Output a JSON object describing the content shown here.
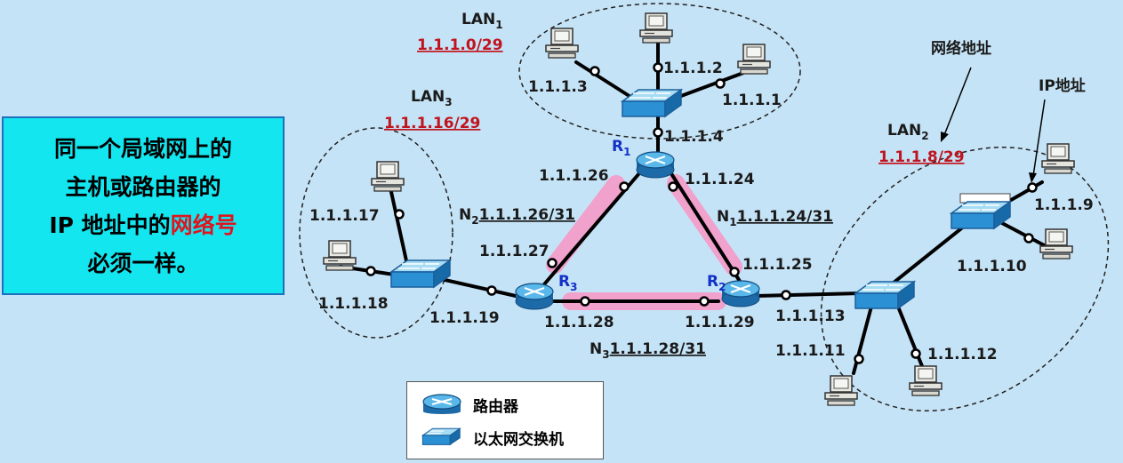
{
  "note": {
    "line1": "同一个局域网上的",
    "line2": "主机或路由器的",
    "line3_prefix": "IP 地址中的",
    "line3_highlight": "网络号",
    "line4": "必须一样。"
  },
  "lans": {
    "lan1": {
      "name": "LAN",
      "sub": "1",
      "network": "1.1.1.0/29"
    },
    "lan2": {
      "name": "LAN",
      "sub": "2",
      "network": "1.1.1.8/29"
    },
    "lan3": {
      "name": "LAN",
      "sub": "3",
      "network": "1.1.1.16/29"
    }
  },
  "links": {
    "n1": {
      "name": "N",
      "sub": "1",
      "network": "1.1.1.24/31"
    },
    "n2": {
      "name": "N",
      "sub": "2",
      "network": "1.1.1.26/31"
    },
    "n3": {
      "name": "N",
      "sub": "3",
      "network": "1.1.1.28/31"
    }
  },
  "routers": {
    "r1": {
      "name": "R",
      "sub": "1"
    },
    "r2": {
      "name": "R",
      "sub": "2"
    },
    "r3": {
      "name": "R",
      "sub": "3"
    }
  },
  "addresses": {
    "a1": "1.1.1.1",
    "a2": "1.1.1.2",
    "a3": "1.1.1.3",
    "a4": "1.1.1.4",
    "a9": "1.1.1.9",
    "a10": "1.1.1.10",
    "a11": "1.1.1.11",
    "a12": "1.1.1.12",
    "a13": "1.1.1.13",
    "a17": "1.1.1.17",
    "a18": "1.1.1.18",
    "a19": "1.1.1.19",
    "a24": "1.1.1.24",
    "a25": "1.1.1.25",
    "a26": "1.1.1.26",
    "a27": "1.1.1.27",
    "a28": "1.1.1.28",
    "a29": "1.1.1.29"
  },
  "annotations": {
    "network_address": "网络地址",
    "ip_address": "IP地址"
  },
  "legend": {
    "router": "路由器",
    "switch": "以太网交换机"
  },
  "colors": {
    "background": "#c5e3f6",
    "note_box": "#14e6f0",
    "highlight_link": "#f59ac8",
    "network_label": "#c0141e",
    "router_label": "#1330c8"
  }
}
